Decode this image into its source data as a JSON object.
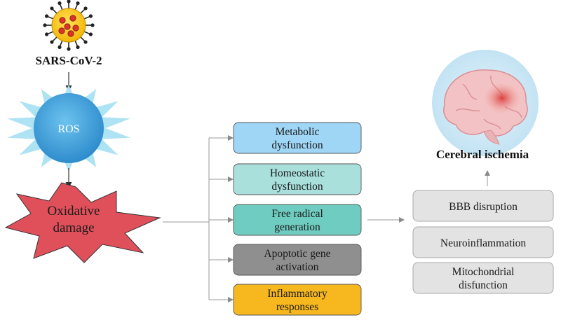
{
  "virus": {
    "label": "SARS-CoV-2",
    "icon": "coronavirus-icon"
  },
  "ros": {
    "label": "ROS",
    "color": "#3aa3dc"
  },
  "oxidative": {
    "line1": "Oxidative",
    "line2": "damage",
    "color": "#e0505a"
  },
  "effects": [
    {
      "line1": "Metabolic",
      "line2": "dysfunction",
      "color": "#9fd5f5"
    },
    {
      "line1": "Homeostatic",
      "line2": "dysfunction",
      "color": "#a9e0dc"
    },
    {
      "line1": "Free radical",
      "line2": "generation",
      "color": "#6fccc0"
    },
    {
      "line1": "Apoptotic gene",
      "line2": "activation",
      "color": "#8f8f8f"
    },
    {
      "line1": "Inflammatory",
      "line2": "responses",
      "color": "#f6b71f"
    }
  ],
  "outcomes": [
    {
      "line1": "BBB disruption",
      "line2": ""
    },
    {
      "line1": "Neuroinflammation",
      "line2": ""
    },
    {
      "line1": "Mitochondrial",
      "line2": "disfunction"
    }
  ],
  "result": {
    "label": "Cerebral ischemia",
    "icon": "brain-icon"
  }
}
